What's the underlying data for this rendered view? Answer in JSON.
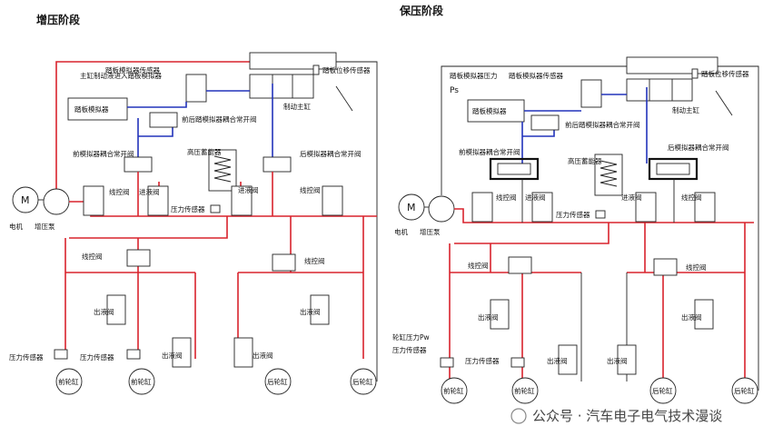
{
  "left": {
    "title": "增压阶段",
    "labels": {
      "master_valve_note": "主缸制动液进入踏板模拟器",
      "pedal_sim_sensor": "踏板模拟器传感器",
      "pedal_pos_sensor": "踏板位移传感器",
      "pedal_simulator": "踏板模拟器",
      "front_rear_valve": "前后踏模拟器耦合常开阀",
      "master_cyl": "制动主缸",
      "front_sim_valve": "前模拟器耦合常开阀",
      "hp_accumulator": "高压蓄能器",
      "rear_sim_valve": "后模拟器耦合常开阀",
      "motor": "电机",
      "pump": "增压泵",
      "linear_valve_1": "线控阀",
      "inlet_valve_1": "进液阀",
      "pressure_sensor_mid": "压力传感器",
      "inlet_valve_2": "进液阀",
      "linear_valve_2": "线控阀",
      "linear_valve_3": "线控阀",
      "linear_valve_4": "线控阀",
      "outlet_valve_1": "出液阀",
      "outlet_valve_2": "出液阀",
      "outlet_valve_3": "出液阀",
      "outlet_valve_4": "出液阀",
      "pressure_sensor_l": "压力传感器",
      "pressure_sensor_l2": "压力传感器",
      "front_wheel_1": "前轮缸",
      "front_wheel_2": "前轮缸",
      "rear_wheel_1": "后轮缸",
      "rear_wheel_2": "后轮缸"
    }
  },
  "right": {
    "title": "保压阶段",
    "labels": {
      "pedal_sim_pressure": "踏板模拟器压力",
      "ps": "Ps",
      "pedal_sim_sensor": "踏板模拟器传感器",
      "pedal_pos_sensor": "踏板位移传感器",
      "pedal_simulator": "踏板模拟器",
      "front_rear_valve": "前后踏模拟器耦合常开阀",
      "master_cyl": "制动主缸",
      "front_sim_valve": "前模拟器耦合常开阀",
      "hp_accumulator": "高压蓄能器",
      "rear_sim_valve": "后模拟器耦合常开阀",
      "motor": "电机",
      "pump": "增压泵",
      "linear_valve_1": "线控阀",
      "inlet_valve_1": "进液阀",
      "pressure_sensor_mid": "压力传感器",
      "inlet_valve_2": "进液阀",
      "linear_valve_2": "线控阀",
      "linear_valve_3": "线控阀",
      "linear_valve_4": "线控阀",
      "outlet_valve_1": "出液阀",
      "outlet_valve_2": "出液阀",
      "outlet_valve_3": "出液阀",
      "outlet_valve_4": "出液阀",
      "wheel_pressure": "轮缸压力Pw",
      "pressure_sensor_l": "压力传感器",
      "pressure_sensor_l2": "压力传感器",
      "front_wheel_1": "前轮缸",
      "front_wheel_2": "前轮缸",
      "rear_wheel_1": "后轮缸",
      "rear_wheel_2": "后轮缸"
    }
  },
  "watermark": "公众号 · 汽车电子电气技术漫谈",
  "motor_symbol": "M",
  "colors": {
    "pressurized": "#d9232d",
    "master_circuit": "#2233bb",
    "lines": "#222222"
  }
}
